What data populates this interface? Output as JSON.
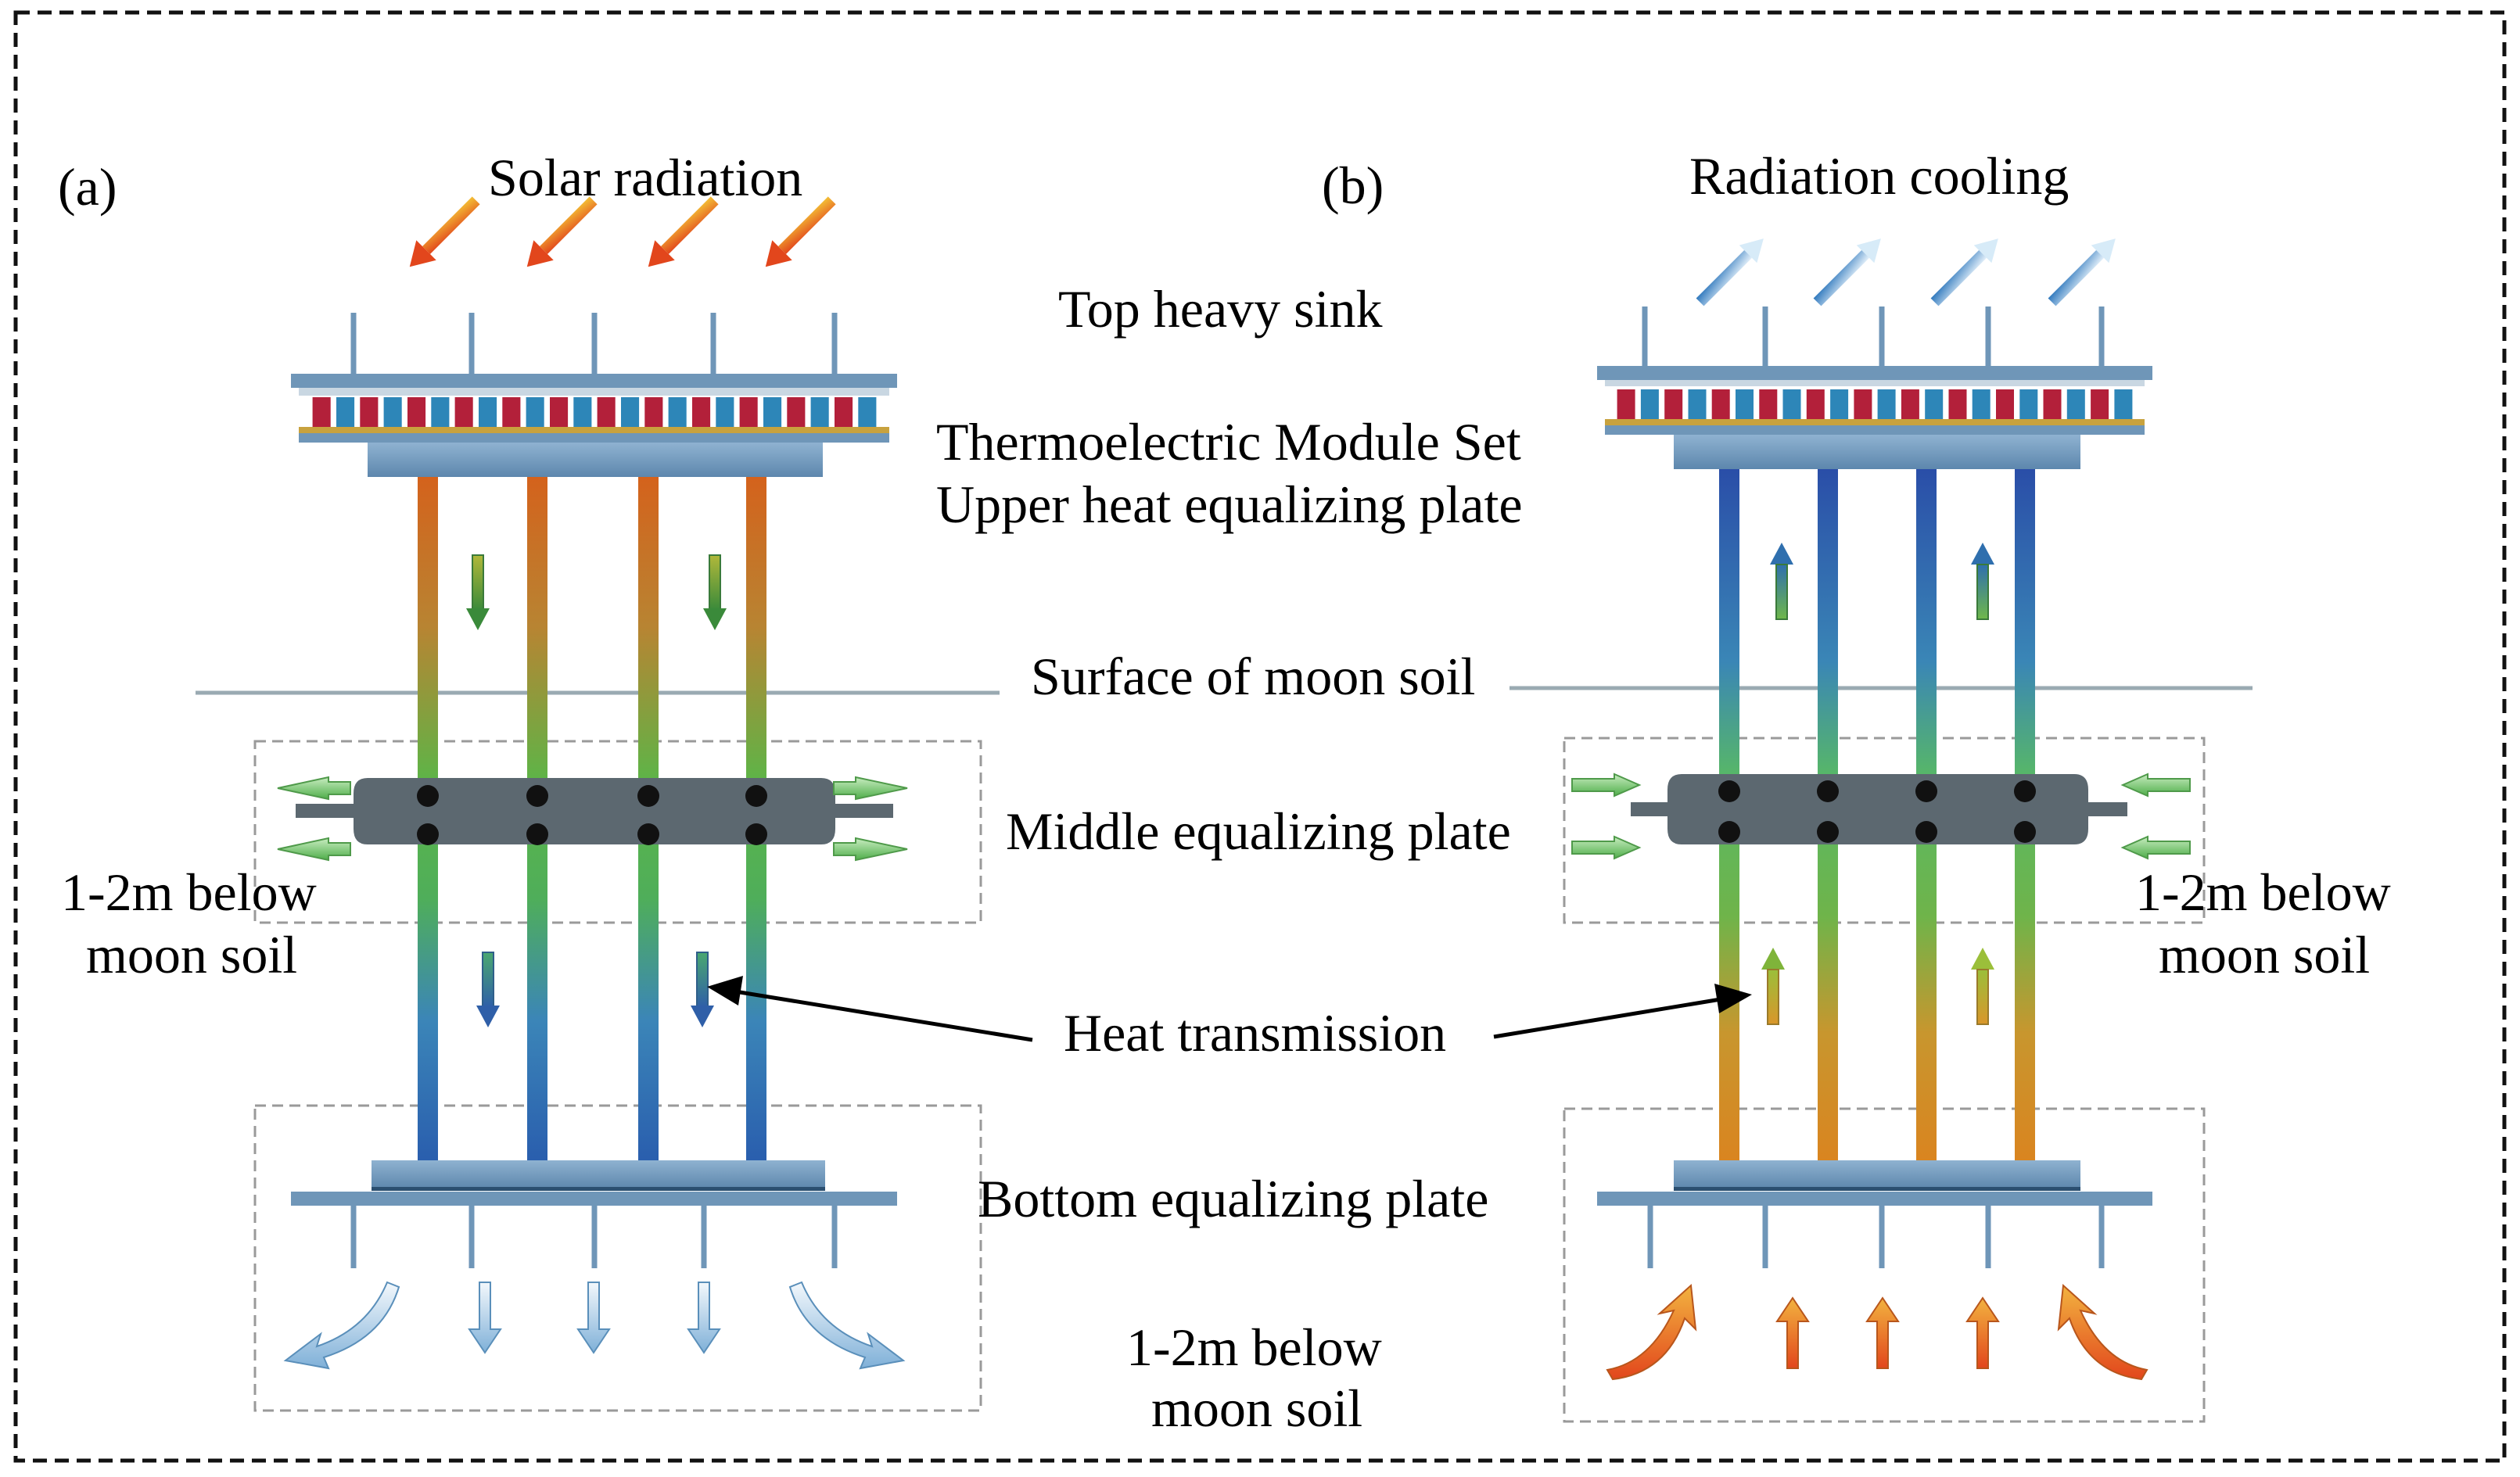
{
  "panel_a": {
    "label": "(a)",
    "solar_label": "Solar radiation",
    "depth_label_line1": "1-2m below",
    "depth_label_line2": "moon soil"
  },
  "panel_b": {
    "label": "(b)",
    "cooling_label": "Radiation cooling",
    "depth_label_line1": "1-2m below",
    "depth_label_line2": "moon soil"
  },
  "center_labels": {
    "top_heavy_sink": "Top heavy sink",
    "thermoelectric_module_set": "Thermoelectric Module Set",
    "upper_plate": "Upper heat equalizing plate",
    "surface": "Surface of moon soil",
    "middle_plate": "Middle equalizing plate",
    "heat_transmission": "Heat transmission",
    "bottom_plate": "Bottom equalizing plate",
    "bottom_depth_line1": "1-2m below",
    "bottom_depth_line2": "moon soil"
  },
  "colors": {
    "plate": "#6f96b8",
    "plate_dark": "#3f6c93",
    "middle_plate": "#5c6870",
    "module_red": "#b3203a",
    "module_blue": "#2d86b8",
    "module_gold": "#c8a23e",
    "hot": "#e2561f",
    "warm": "#d98a2a",
    "green": "#5fb84c",
    "cool": "#2f6fbf",
    "light_blue": "#8ec0e6"
  }
}
